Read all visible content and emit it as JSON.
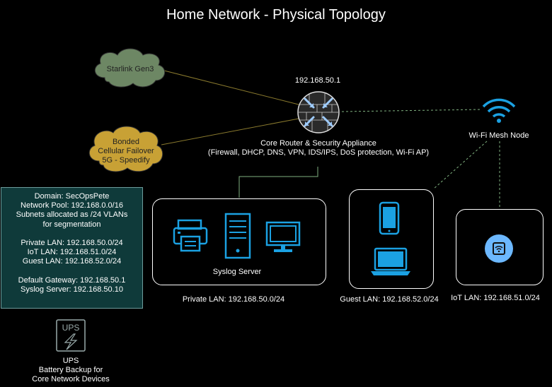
{
  "title": "Home Network - Physical Topology",
  "router": {
    "ip": "192.168.50.1",
    "name": "Core Router & Security Appliance",
    "features": "(Firewall, DHCP, DNS, VPN, IDS/IPS, DoS protection, Wi-Fi AP)"
  },
  "starlink": {
    "label": "Starlink Gen3"
  },
  "cellular": {
    "line1": "Bonded",
    "line2": "Cellular Failover",
    "line3": "5G - Speedify"
  },
  "wifi_mesh": {
    "label": "Wi-Fi Mesh Node"
  },
  "info_panel": {
    "lines": [
      "Domain: SecOpsPete",
      "Network Pool: 192.168.0.0/16",
      "Subnets allocated as /24 VLANs",
      "for segmentation",
      "",
      "Private LAN: 192.168.50.0/24",
      "IoT LAN: 192.168.51.0/24",
      "Guest LAN: 192.168.52.0/24",
      "",
      "Default Gateway: 192.168.50.1",
      "Syslog Server: 192.168.50.10"
    ]
  },
  "private_lan": {
    "caption": "Private LAN: 192.168.50.0/24",
    "device_label": "Syslog Server"
  },
  "guest_lan": {
    "caption": "Guest LAN: 192.168.52.0/24"
  },
  "iot_lan": {
    "caption": "IoT LAN: 192.168.51.0/24"
  },
  "ups": {
    "icon_text": "UPS",
    "line1": "UPS",
    "line2": "Battery Backup for",
    "line3": "Core Network Devices"
  },
  "colors": {
    "device_blue": "#1ba1e2",
    "light_blue": "#6cb8ff",
    "cloud_green": "#6d8764",
    "cloud_gold": "#c8a135",
    "panel_fill": "#0f3a3a",
    "link_gold": "#8a7a2e",
    "link_green": "#7fb07f"
  },
  "icons": [
    "router-icon",
    "wifi-icon",
    "printer-icon",
    "server-icon",
    "monitor-icon",
    "phone-icon",
    "laptop-icon",
    "iot-device-icon",
    "ups-icon"
  ]
}
